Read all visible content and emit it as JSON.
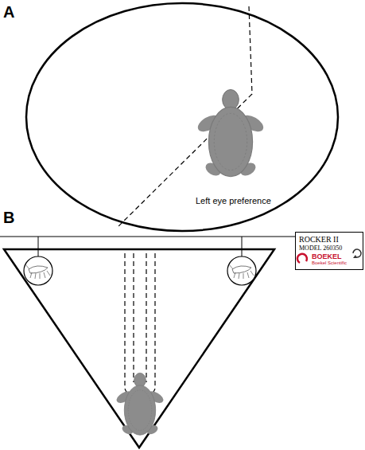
{
  "diagram": {
    "nodes": [
      {
        "text": [
          "ROCKER II",
          "MODEL 260350",
          "BOEKEL",
          "Boekel Scientific"
        ]
      }
    ],
    "labels": [
      "A",
      "Left eye preference",
      "B"
    ]
  }
}
